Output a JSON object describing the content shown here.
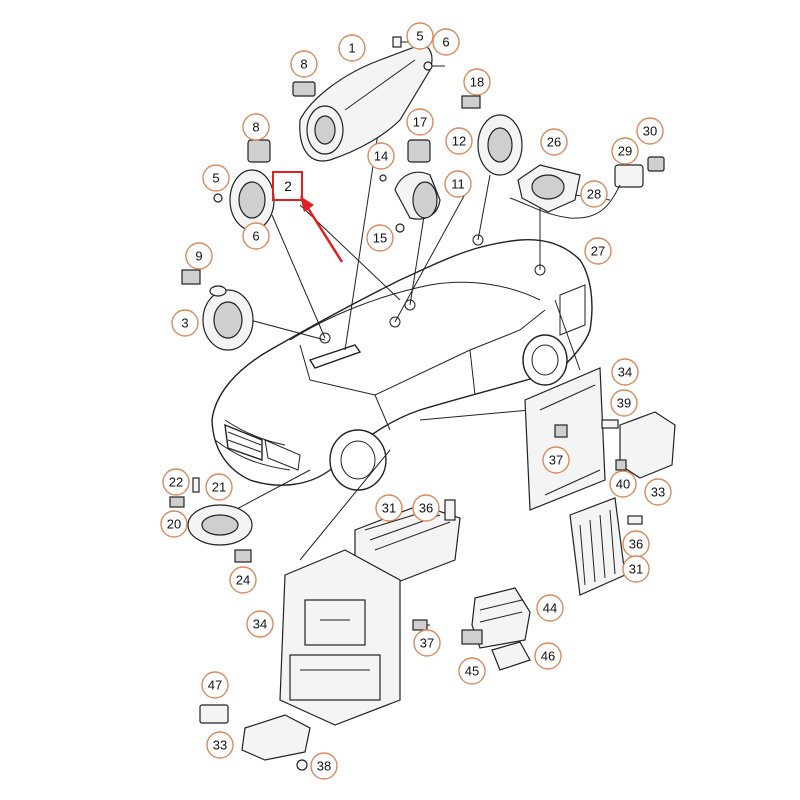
{
  "highlight_color": "#e02020",
  "callout_color": "#d98a5b",
  "highlighted_label": "2",
  "callouts": [
    {
      "id": "c1",
      "label": "1"
    },
    {
      "id": "c5a",
      "label": "5"
    },
    {
      "id": "c6a",
      "label": "6"
    },
    {
      "id": "c8a",
      "label": "8"
    },
    {
      "id": "c18",
      "label": "18"
    },
    {
      "id": "c8b",
      "label": "8"
    },
    {
      "id": "c17",
      "label": "17"
    },
    {
      "id": "c12",
      "label": "12"
    },
    {
      "id": "c26",
      "label": "26"
    },
    {
      "id": "c30",
      "label": "30"
    },
    {
      "id": "c29",
      "label": "29"
    },
    {
      "id": "c14",
      "label": "14"
    },
    {
      "id": "c11",
      "label": "11"
    },
    {
      "id": "c5b",
      "label": "5"
    },
    {
      "id": "c6b",
      "label": "6"
    },
    {
      "id": "c15",
      "label": "15"
    },
    {
      "id": "c28",
      "label": "28"
    },
    {
      "id": "c27",
      "label": "27"
    },
    {
      "id": "c9",
      "label": "9"
    },
    {
      "id": "c3",
      "label": "3"
    },
    {
      "id": "c34a",
      "label": "34"
    },
    {
      "id": "c39",
      "label": "39"
    },
    {
      "id": "c37a",
      "label": "37"
    },
    {
      "id": "c40",
      "label": "40"
    },
    {
      "id": "c33a",
      "label": "33"
    },
    {
      "id": "c22",
      "label": "22"
    },
    {
      "id": "c21",
      "label": "21"
    },
    {
      "id": "c20",
      "label": "20"
    },
    {
      "id": "c31a",
      "label": "31"
    },
    {
      "id": "c36a",
      "label": "36"
    },
    {
      "id": "c36b",
      "label": "36"
    },
    {
      "id": "c31b",
      "label": "31"
    },
    {
      "id": "c24",
      "label": "24"
    },
    {
      "id": "c34b",
      "label": "34"
    },
    {
      "id": "c44",
      "label": "44"
    },
    {
      "id": "c37b",
      "label": "37"
    },
    {
      "id": "c45",
      "label": "45"
    },
    {
      "id": "c46",
      "label": "46"
    },
    {
      "id": "c47",
      "label": "47"
    },
    {
      "id": "c33b",
      "label": "33"
    },
    {
      "id": "c38",
      "label": "38"
    }
  ]
}
